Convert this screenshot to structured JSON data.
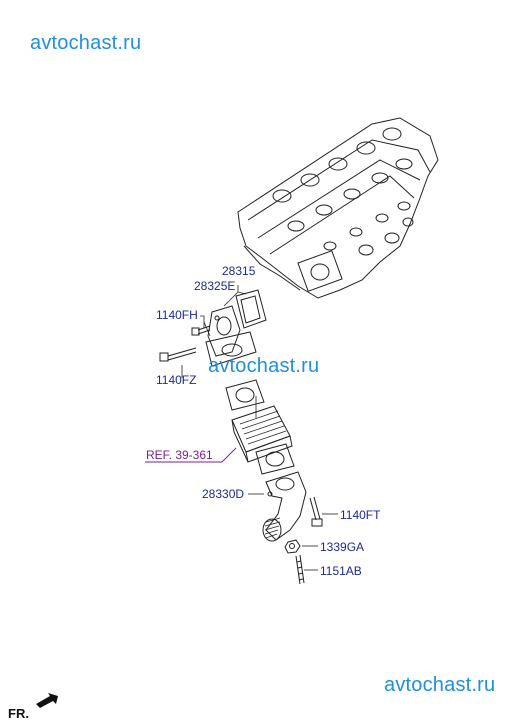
{
  "watermarks": [
    "avtochast.ru",
    "avtochast.ru",
    "avtochast.ru"
  ],
  "parts": {
    "p28315": "28315",
    "p28325E": "28325E",
    "p1140FH": "1140FH",
    "p1140FZ": "1140FZ",
    "ref": "REF. 39-361",
    "p28330D": "28330D",
    "p1140FT": "1140FT",
    "p1339GA": "1339GA",
    "p1151AB": "1151AB"
  },
  "direction_label": "FR.",
  "colors": {
    "label": "#1a2a9a",
    "ref": "#7a1f8f",
    "watermark": "#1f8fe0",
    "line": "#222222"
  }
}
